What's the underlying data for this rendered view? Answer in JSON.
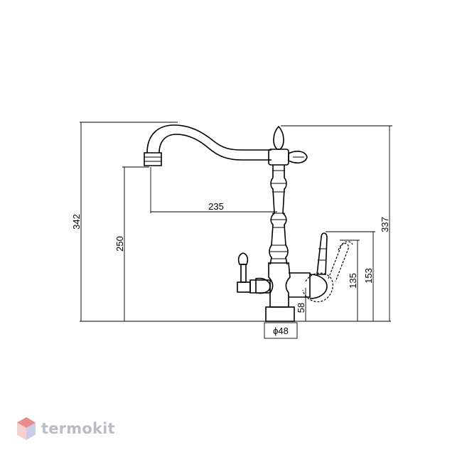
{
  "dimensions": {
    "total_height": "342",
    "spout_height": "250",
    "spout_reach": "235",
    "body_height": "337",
    "filter_handle_153": "153",
    "filter_handle_135": "135",
    "base_height": "58",
    "base_diameter": "ϕ48"
  },
  "logo": {
    "text": "termokit",
    "color": "#b9bcc4"
  }
}
